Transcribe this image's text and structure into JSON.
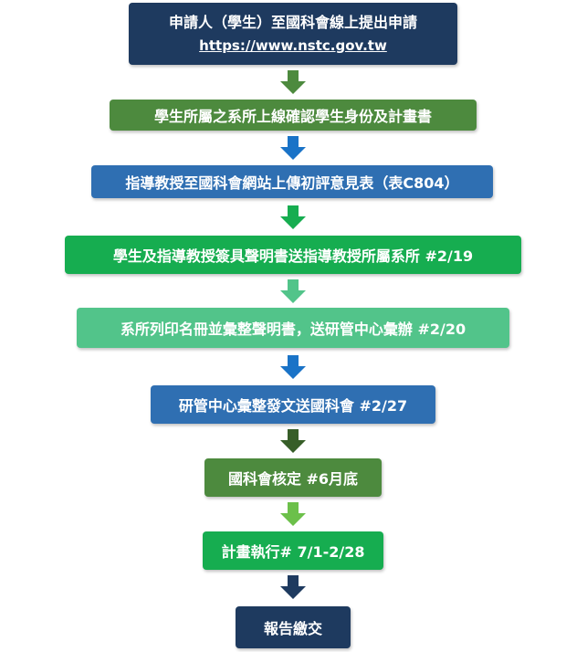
{
  "steps": [
    {
      "id": "step-1",
      "line1": "申請人（學生）至國科會線上提出申請",
      "url": "https://www.nstc.gov.tw",
      "color": "#1e3a5f"
    },
    {
      "id": "step-2",
      "text": "學生所屬之系所上線確認學生身份及計畫書",
      "color": "#4d8a3e"
    },
    {
      "id": "step-3",
      "text": "指導教授至國科會網站上傳初評意見表（表C804）",
      "color": "#2f6fb2"
    },
    {
      "id": "step-4",
      "text": "學生及指導教授簽具聲明書送指導教授所屬系所 #2/19",
      "color": "#16ad50"
    },
    {
      "id": "step-5",
      "text": "系所列印名冊並彙整聲明書，送研管中心彙辦 #2/20",
      "color": "#52c48a"
    },
    {
      "id": "step-6",
      "text": "研管中心彙整發文送國科會 #2/27",
      "color": "#2f6fb2"
    },
    {
      "id": "step-7",
      "text": "國科會核定 #6月底",
      "color": "#4d8a3e"
    },
    {
      "id": "step-8",
      "text": "計畫執行# 7/1-2/28",
      "color": "#16ad50"
    },
    {
      "id": "step-9",
      "text": "報告繳交",
      "color": "#1e3a5f"
    }
  ],
  "arrows": [
    {
      "id": "arrow-1",
      "color": "#4d8a3e"
    },
    {
      "id": "arrow-2",
      "color": "#1a73c7"
    },
    {
      "id": "arrow-3",
      "color": "#16ad50"
    },
    {
      "id": "arrow-4",
      "color": "#52c48a"
    },
    {
      "id": "arrow-5",
      "color": "#1a73c7"
    },
    {
      "id": "arrow-6",
      "color": "#375e28"
    },
    {
      "id": "arrow-7",
      "color": "#6cc04a"
    },
    {
      "id": "arrow-8",
      "color": "#1e3a5f"
    }
  ]
}
